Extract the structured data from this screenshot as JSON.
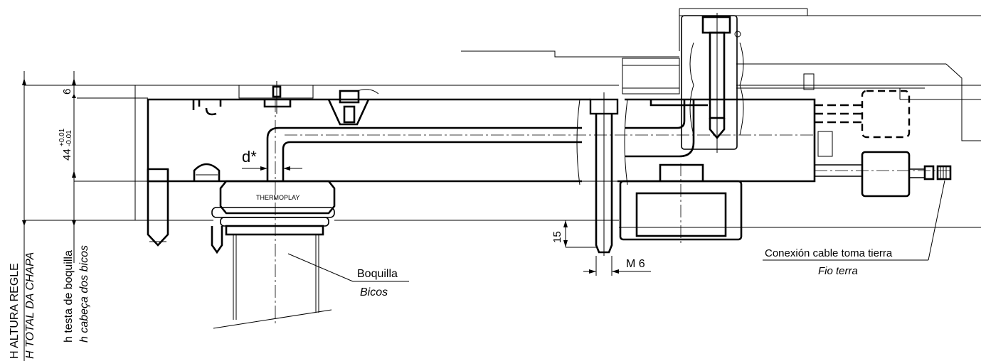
{
  "labels": {
    "h_altura_regle": "H ALTURA REGLE",
    "h_total_chapa": "H TOTAL DA CHAPA",
    "h_testa_boquilla": "h testa de boquilla",
    "h_cabeca_bicos": "h cabeça dos bicos",
    "dim_6": "6",
    "dim_44": "44",
    "tol_plus": "+0.01",
    "tol_minus": "-0.01",
    "d_star": "d*",
    "thermoplay": "THERMOPLAY",
    "boquilla": "Boquilla",
    "bicos": "Bicos",
    "dim_15": "15",
    "m6": "M 6",
    "conexion": "Conexión cable toma tierra",
    "fio_terra": "Fio terra"
  }
}
